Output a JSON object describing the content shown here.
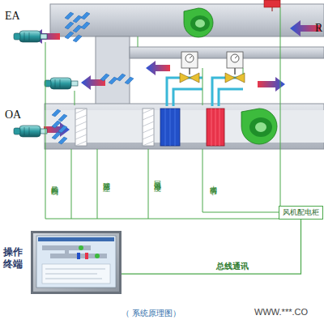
{
  "diagram": {
    "caption": "（ 系统原理图）",
    "nodes": [
      {
        "text": [
          "操作终端"
        ]
      },
      {
        "text": [
          "风机配电柜"
        ]
      }
    ],
    "edges": [
      {
        "from": 0,
        "to": 1,
        "arrow": "none",
        "label": "总线通讯"
      }
    ],
    "labels": [
      "EA",
      "OA",
      "R",
      "风阀控制",
      "滤网压差",
      "回风温湿度",
      "水阀调节",
      "WWW.***.CO"
    ]
  }
}
